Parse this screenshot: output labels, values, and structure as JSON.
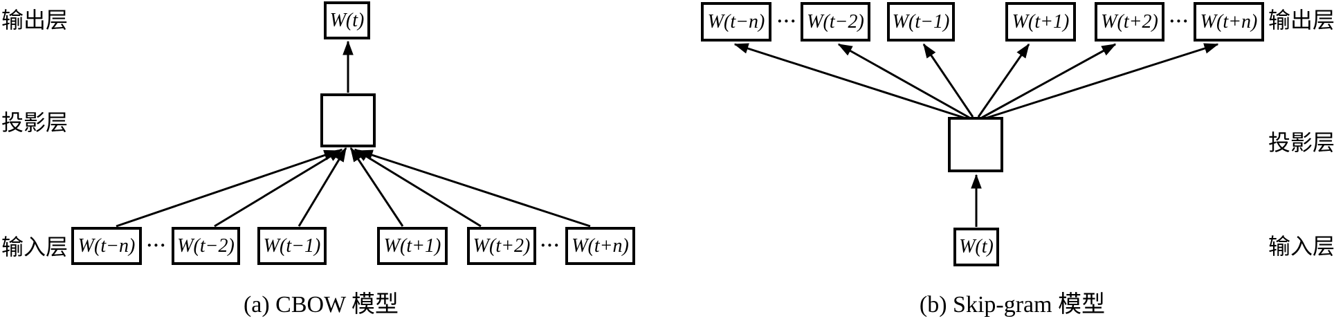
{
  "figure": {
    "panel_a": {
      "caption": "(a) CBOW 模型",
      "labels": {
        "output": "输出层",
        "projection": "投影层",
        "input": "输入层"
      },
      "output_word": "W(t)",
      "context_words": [
        "W(t−n)",
        "W(t−2)",
        "W(t−1)",
        "W(t+1)",
        "W(t+2)",
        "W(t+n)"
      ],
      "ellipsis": "···"
    },
    "panel_b": {
      "caption": "(b) Skip-gram 模型",
      "labels": {
        "output": "输出层",
        "projection": "投影层",
        "input": "输入层"
      },
      "input_word": "W(t)",
      "context_words": [
        "W(t−n)",
        "W(t−2)",
        "W(t−1)",
        "W(t+1)",
        "W(t+2)",
        "W(t+n)"
      ],
      "ellipsis": "···"
    },
    "colors": {
      "background": "#ffffff",
      "stroke": "#000000",
      "text": "#000000"
    }
  }
}
